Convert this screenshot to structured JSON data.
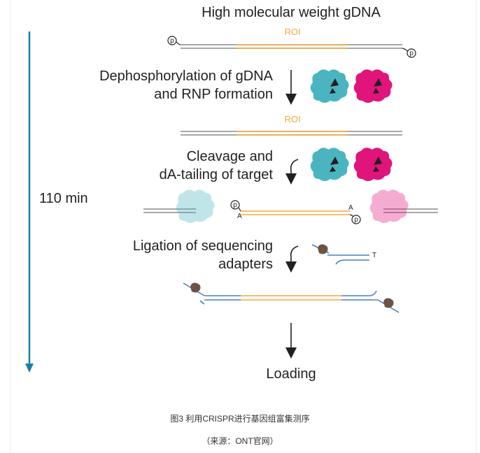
{
  "diagram": {
    "title": "High molecular weight gDNA",
    "roi_label": "ROI",
    "time_label": "110 min",
    "phosphate_symbol": "p",
    "adenine_symbol": "A",
    "thymine_symbol": "T",
    "steps": [
      {
        "line1": "Dephosphorylation of gDNA",
        "line2": "and RNP formation"
      },
      {
        "line1": "Cleavage and",
        "line2": "dA-tailing of target"
      },
      {
        "line1": "Ligation of sequencing",
        "line2": "adapters"
      }
    ],
    "final_step": "Loading",
    "colors": {
      "timeline_arrow": "#1b7fa6",
      "dna_gray": "#8c8c8c",
      "roi_orange": "#f2a93b",
      "rnp_teal": "#4ab5c0",
      "rnp_magenta": "#e0147a",
      "adapter_blue": "#4a7fc1",
      "motor_brown": "#6b5346"
    }
  },
  "caption": {
    "figure_line": "图3 利用CRISPR进行基因组富集测序",
    "source_line": "（来源：ONT官网）"
  }
}
